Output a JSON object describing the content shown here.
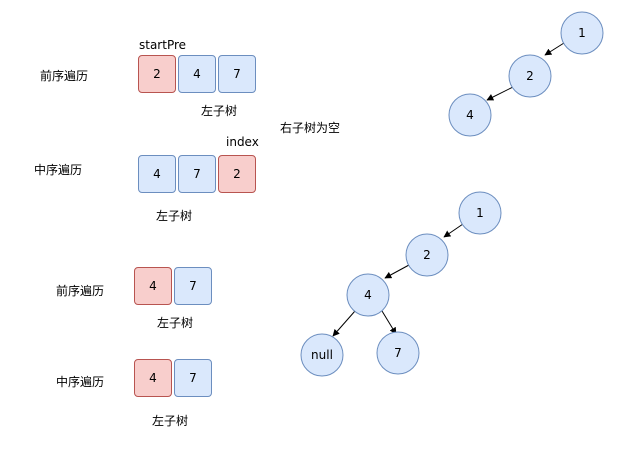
{
  "labels": {
    "preorder": "前序遍历",
    "inorder": "中序遍历",
    "left_subtree": "左子树",
    "right_empty": "右子树为空",
    "start_pre": "startPre",
    "index": "index"
  },
  "arrays": {
    "pre1": [
      "2",
      "4",
      "7"
    ],
    "in1": [
      "4",
      "7",
      "2"
    ],
    "pre2": [
      "4",
      "7"
    ],
    "in2": [
      "4",
      "7"
    ]
  },
  "tree1": {
    "n1": "1",
    "n2": "2",
    "n3": "4"
  },
  "tree2": {
    "n1": "1",
    "n2": "2",
    "n3": "4",
    "n4": "null",
    "n5": "7"
  },
  "colors": {
    "blue_fill": "#dae8fc",
    "blue_stroke": "#6c8ebf",
    "red_fill": "#f8cecc",
    "red_stroke": "#b85450"
  }
}
